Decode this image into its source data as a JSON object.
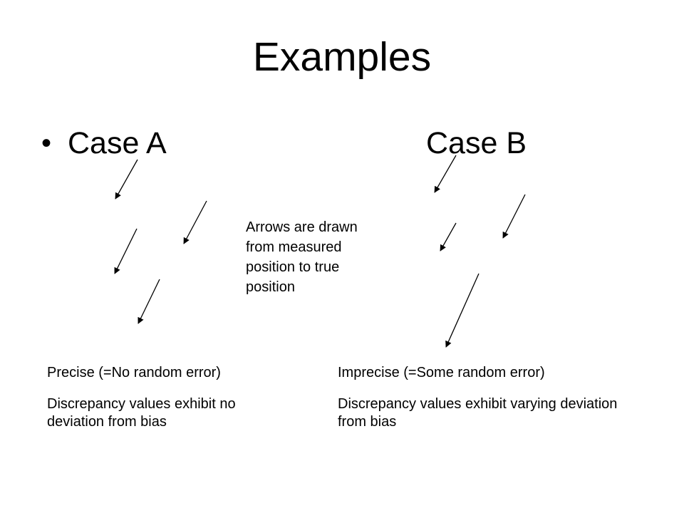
{
  "slide": {
    "title": "Examples",
    "bullet": "•",
    "case_a": "Case A",
    "case_b": "Case B",
    "note": "Arrows are drawn from measured position to true position",
    "case_a_caption": {
      "line1": "Precise (=No random error)",
      "line2": "Discrepancy values exhibit no deviation from bias"
    },
    "case_b_caption": {
      "line1": "Imprecise (=Some random error)",
      "line2": "Discrepancy values exhibit varying deviation from bias"
    }
  }
}
